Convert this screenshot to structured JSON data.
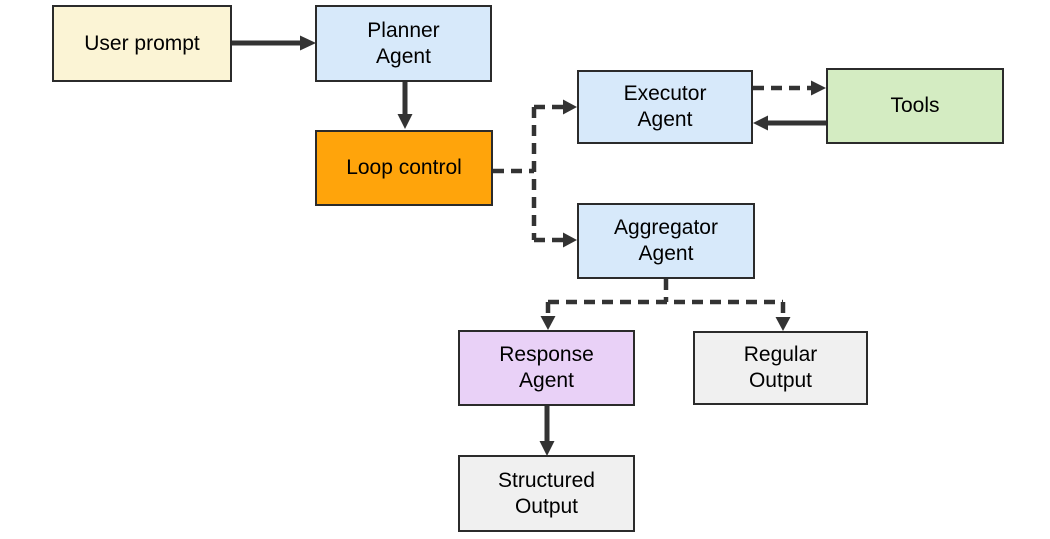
{
  "diagram": {
    "colors": {
      "background": "#ffffff",
      "stroke": "#333333",
      "border": "#2b2b2b",
      "text": "#000000"
    },
    "nodes": [
      {
        "id": "user-prompt",
        "label": "User prompt",
        "color": "#FBF4D5"
      },
      {
        "id": "planner-agent",
        "label": "Planner\nAgent",
        "color": "#D7E9FA"
      },
      {
        "id": "loop-control",
        "label": "Loop control",
        "color": "#FFA40B"
      },
      {
        "id": "executor-agent",
        "label": "Executor\nAgent",
        "color": "#D7E9FA"
      },
      {
        "id": "tools",
        "label": "Tools",
        "color": "#D4ECC2"
      },
      {
        "id": "aggregator-agent",
        "label": "Aggregator\nAgent",
        "color": "#D7E9FA"
      },
      {
        "id": "response-agent",
        "label": "Response\nAgent",
        "color": "#E9D1F7"
      },
      {
        "id": "regular-output",
        "label": "Regular\nOutput",
        "color": "#F0F0F0"
      },
      {
        "id": "structured-output",
        "label": "Structured\nOutput",
        "color": "#F0F0F0"
      }
    ],
    "edges": [
      {
        "from": "user-prompt",
        "to": "planner-agent",
        "style": "solid"
      },
      {
        "from": "planner-agent",
        "to": "loop-control",
        "style": "solid"
      },
      {
        "from": "loop-control",
        "to": "executor-agent",
        "style": "dashed"
      },
      {
        "from": "loop-control",
        "to": "aggregator-agent",
        "style": "dashed"
      },
      {
        "from": "executor-agent",
        "to": "tools",
        "style": "dashed"
      },
      {
        "from": "tools",
        "to": "executor-agent",
        "style": "solid"
      },
      {
        "from": "aggregator-agent",
        "to": "response-agent",
        "style": "dashed"
      },
      {
        "from": "aggregator-agent",
        "to": "regular-output",
        "style": "dashed"
      },
      {
        "from": "response-agent",
        "to": "structured-output",
        "style": "solid"
      }
    ]
  }
}
